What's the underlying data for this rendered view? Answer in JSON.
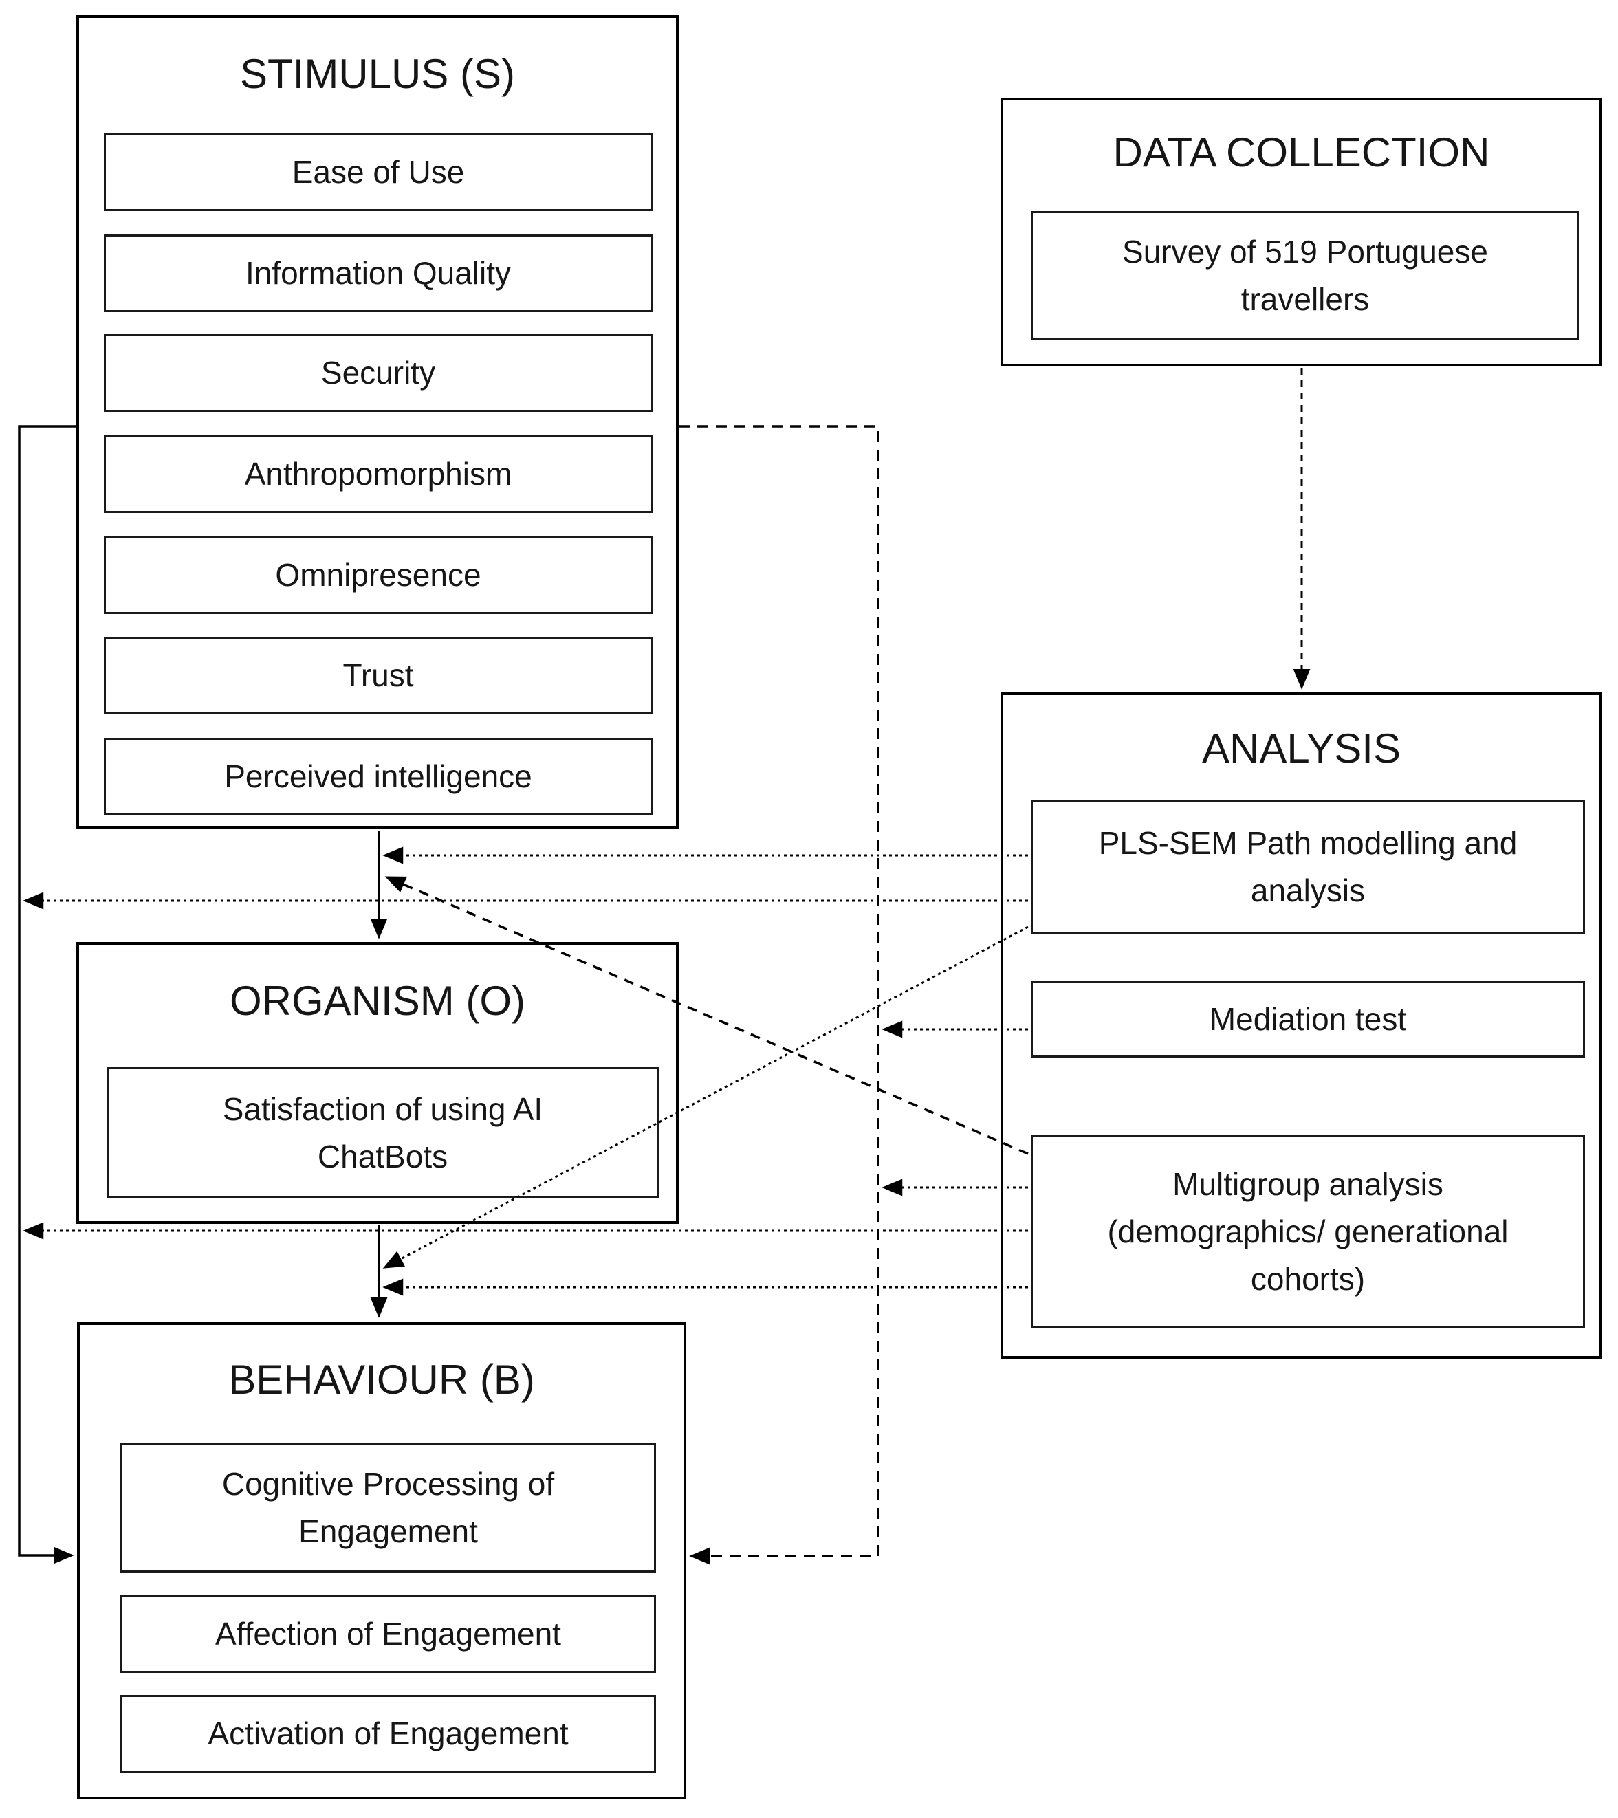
{
  "diagram": {
    "stimulus": {
      "title": "STIMULUS (S)",
      "items": [
        "Ease of Use",
        "Information Quality",
        "Security",
        "Anthropomorphism",
        "Omnipresence",
        "Trust",
        "Perceived intelligence"
      ]
    },
    "data_collection": {
      "title": "DATA COLLECTION",
      "items": [
        "Survey of 519 Portuguese travellers"
      ]
    },
    "analysis": {
      "title": "ANALYSIS",
      "items": [
        "PLS-SEM Path modelling and analysis",
        "Mediation test",
        "Multigroup analysis (demographics/ generational cohorts)"
      ]
    },
    "organism": {
      "title": "ORGANISM (O)",
      "items": [
        "Satisfaction of using AI ChatBots"
      ]
    },
    "behaviour": {
      "title": "BEHAVIOUR (B)",
      "items": [
        "Cognitive Processing of Engagement",
        "Affection of Engagement",
        "Activation of Engagement"
      ]
    },
    "colors": {
      "line": "#000000",
      "background": "#ffffff",
      "text": "#161616"
    },
    "connectors": [
      {
        "from": "STIMULUS (S)",
        "to": "ORGANISM (O)",
        "style": "solid-arrow"
      },
      {
        "from": "ORGANISM (O)",
        "to": "BEHAVIOUR (B)",
        "style": "solid-arrow"
      },
      {
        "from": "STIMULUS (S)",
        "to": "BEHAVIOUR (B)",
        "style": "solid-arrow",
        "route": "left"
      },
      {
        "from": "STIMULUS (S)",
        "to": "BEHAVIOUR (B)",
        "style": "dashed-arrow",
        "route": "right"
      },
      {
        "from": "DATA COLLECTION",
        "to": "ANALYSIS",
        "style": "dashed-arrow"
      },
      {
        "from": "PLS-SEM Path modelling and analysis",
        "to": "stimulus-organism path",
        "style": "dotted-arrow"
      },
      {
        "from": "PLS-SEM Path modelling and analysis",
        "to": "stimulus-behaviour left path",
        "style": "dotted-arrow"
      },
      {
        "from": "PLS-SEM Path modelling and analysis",
        "to": "organism-behaviour path",
        "style": "dotted-arrow"
      },
      {
        "from": "Mediation test",
        "to": "stimulus-behaviour right path",
        "style": "dotted-arrow"
      },
      {
        "from": "Multigroup analysis (demographics/ generational cohorts)",
        "to": "stimulus-behaviour right path",
        "style": "dotted-arrow"
      },
      {
        "from": "Multigroup analysis (demographics/ generational cohorts)",
        "to": "stimulus-behaviour left path",
        "style": "dotted-arrow"
      },
      {
        "from": "Multigroup analysis (demographics/ generational cohorts)",
        "to": "organism-behaviour path",
        "style": "dotted-arrow"
      },
      {
        "from": "Multigroup analysis (demographics/ generational cohorts)",
        "to": "stimulus-organism path",
        "style": "dashed-arrow"
      }
    ]
  }
}
